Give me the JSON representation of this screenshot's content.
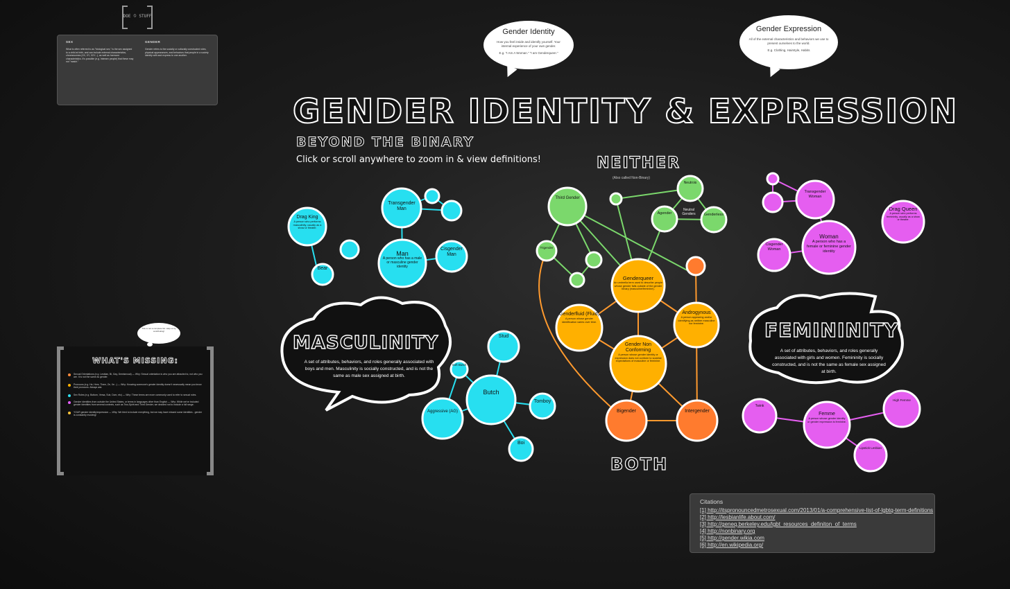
{
  "header": {
    "logo_left": "DOE",
    "logo_right": "STUFF",
    "title": "GENDER IDENTITY & EXPRESSION",
    "subtitle": "BEYOND THE BINARY",
    "hint": "Click or scroll anywhere to zoom in & view definitions!"
  },
  "sex_gender_box": {
    "sex_heading": "SEX",
    "sex_text": "What is often referred to as \"biological sex,\" is the sex assigned to a child at birth, and can include external characteristics, chromosomes (XX, XY, XXY...), as well as hormone characteristics. It's possible (e.g. Intersex people) that these may not \"match.\"",
    "gender_heading": "GENDER",
    "gender_text": "Gender refers to the socially or culturally constructed roles, physical appearances, and behaviors that people in a society identify with and express to one another."
  },
  "bubbles": {
    "gender_identity": {
      "title": "Gender Identity",
      "desc": "How you feel inside and identify yourself. Your internal experience of your own gender.",
      "example": "E.g. \"I Am A Woman.\" \"I am Genderqueer.\""
    },
    "gender_expression": {
      "title": "Gender Expression",
      "desc": "All of the external characteristics and behaviors we use to present ourselves to the world.",
      "example": "E.g. Clothing, Hairstyle, Habits"
    }
  },
  "axis": {
    "neither": "NEITHER",
    "neither_sub": "(Also called Non-Binary)",
    "both": "BOTH"
  },
  "masculinity": {
    "label": "MASCULINITY",
    "def": "A set of attributes, behaviors, and roles generally associated with boys and men. Masculinity is socially constructed, and is not the same as male sex assigned at birth."
  },
  "femininity": {
    "label": "FEMININITY",
    "def": "A set of attributes, behaviors, and roles generally associated with girls and women. Femininity is socially constructed, and is not the same as female sex assigned at birth."
  },
  "nodes": {
    "drag_king": {
      "label": "Drag King",
      "def": "A person who performs masculinity, usually as a show or theater."
    },
    "bear": {
      "label": "Bear"
    },
    "transgender_man": {
      "label": "Transgender Man"
    },
    "man": {
      "label": "Man",
      "def": "A person who has a male or masculine gender identity"
    },
    "cisgender_man": {
      "label": "Cisgender Man"
    },
    "stud": {
      "label": "Stud"
    },
    "butch": {
      "label": "Butch"
    },
    "tomboy": {
      "label": "Tomboy"
    },
    "aggressive": {
      "label": "Aggressive (AG)"
    },
    "boi": {
      "label": "Boi"
    },
    "soft_butch": {
      "label": "Soft Butch"
    },
    "third_gender": {
      "label": "Third Gender"
    },
    "neutrois": {
      "label": "Neutrois"
    },
    "agender": {
      "label": "Agender"
    },
    "genderless": {
      "label": "Genderless"
    },
    "neutral_genders": {
      "label": "Neutral Genders"
    },
    "bigender_small": {
      "label": "Trigender"
    },
    "genderqueer": {
      "label": "Genderqueer",
      "def": "An umbrella term used to describe people whose gender falls outside of the gender binary (masculine/feminine)."
    },
    "genderfluid": {
      "label": "Genderfluid (Fluid)",
      "def": "A person whose gender identification varies over time."
    },
    "androgynous": {
      "label": "Androgynous",
      "def": "A person appearing and/or identifying as neither masculine nor feminine."
    },
    "gender_nonconforming": {
      "label": "Gender Non Conforming",
      "def": "A person whose gender identity or expression does not conform to societal expectations of masculine or feminine."
    },
    "bigender": {
      "label": "Bigender"
    },
    "intergender": {
      "label": "Intergender"
    },
    "transgender_woman": {
      "label": "Transgender Woman"
    },
    "woman": {
      "label": "Woman",
      "def": "A person who has a female or feminine gender identity"
    },
    "cisgender_woman": {
      "label": "Cisgender Woman"
    },
    "drag_queen": {
      "label": "Drag Queen",
      "def": "A person who performs femininity, usually as a show or theater."
    },
    "twink": {
      "label": "Twink"
    },
    "femme": {
      "label": "Femme",
      "def": "A person whose gender identity or gender expression is feminine."
    },
    "high_femme": {
      "label": "High Femme"
    },
    "lipstick_lesbian": {
      "label": "Lipstick Lesbian"
    }
  },
  "missing": {
    "title": "WHAT'S MISSING:",
    "items": [
      {
        "text": "Sexual Orientations (e.g. Lesbian, Bi, Gay, Demisexual) — Why: Sexual orientation is who you are attracted to, not who you are. It is not the same as gender.",
        "color": "#ff8a3c"
      },
      {
        "text": "Pronouns (e.g. He, Hers, Them, Ze, Xe...) — Why: Knowing someone's gender identity doesn't necessarily mean you know their pronouns. Always ask.",
        "color": "#ffb000"
      },
      {
        "text": "Sex Roles (e.g. Bottom, Versa, Sub, Dom, etc) — Why: These terms are more commonly used to refer to sexual roles.",
        "color": "#2ee0f0"
      },
      {
        "text": "Gender identities from outside the United States, or terms in languages other than English — Why: While we've included gender identities from several contexts, such as Two-Spirit and Third Gender, we decided not to include a full range.",
        "color": "#e660ff"
      },
      {
        "text": "YOUR gender identity/expression — Why: We tried to include everything, but we may have missed some identities - gender is constantly evolving!",
        "color": "#ffc53a"
      }
    ],
    "thought": "This is not a complete list. Help us by contributing!"
  },
  "citations": {
    "title": "Citations",
    "items": [
      "[1] http://itspronouncedmetrosexual.com/2013/01/a-comprehensive-list-of-lgbtq-term-definitions",
      "[2] http://lesbianlife.about.com/",
      "[3] http://geneq.berkeley.edu/lgbt_resources_definiton_of_terms",
      "[4] http://nonbinary.org",
      "[5] http://gender.wikia.com",
      "[6] http://en.wikipedia.org/"
    ]
  },
  "colors": {
    "masculine": "#27dff0",
    "neither": "#7bd86c",
    "both": "#ffb000",
    "both_alt": "#ff7b2e",
    "feminine": "#e55ef0"
  }
}
